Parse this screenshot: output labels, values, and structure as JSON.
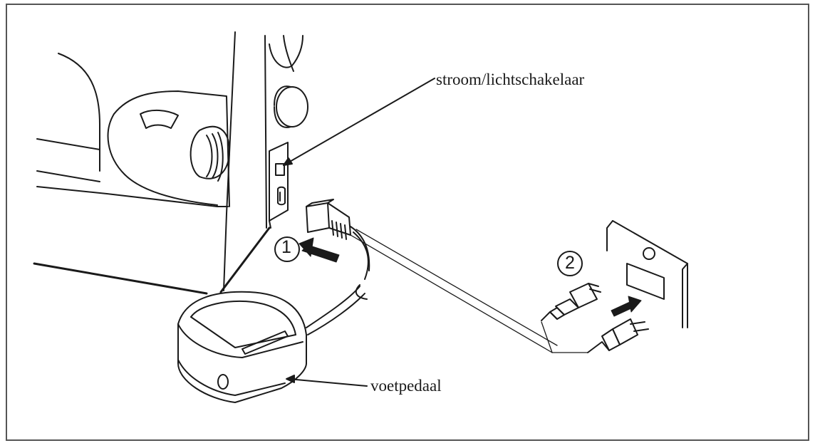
{
  "diagram": {
    "labels": {
      "power_light_switch": "stroom/lichtschakelaar",
      "foot_pedal": "voetpedaal"
    },
    "steps": {
      "step_1": "1",
      "step_2": "2"
    },
    "colors": {
      "line": "#1a1a1a",
      "frame": "#555555",
      "background": "#ffffff"
    }
  }
}
